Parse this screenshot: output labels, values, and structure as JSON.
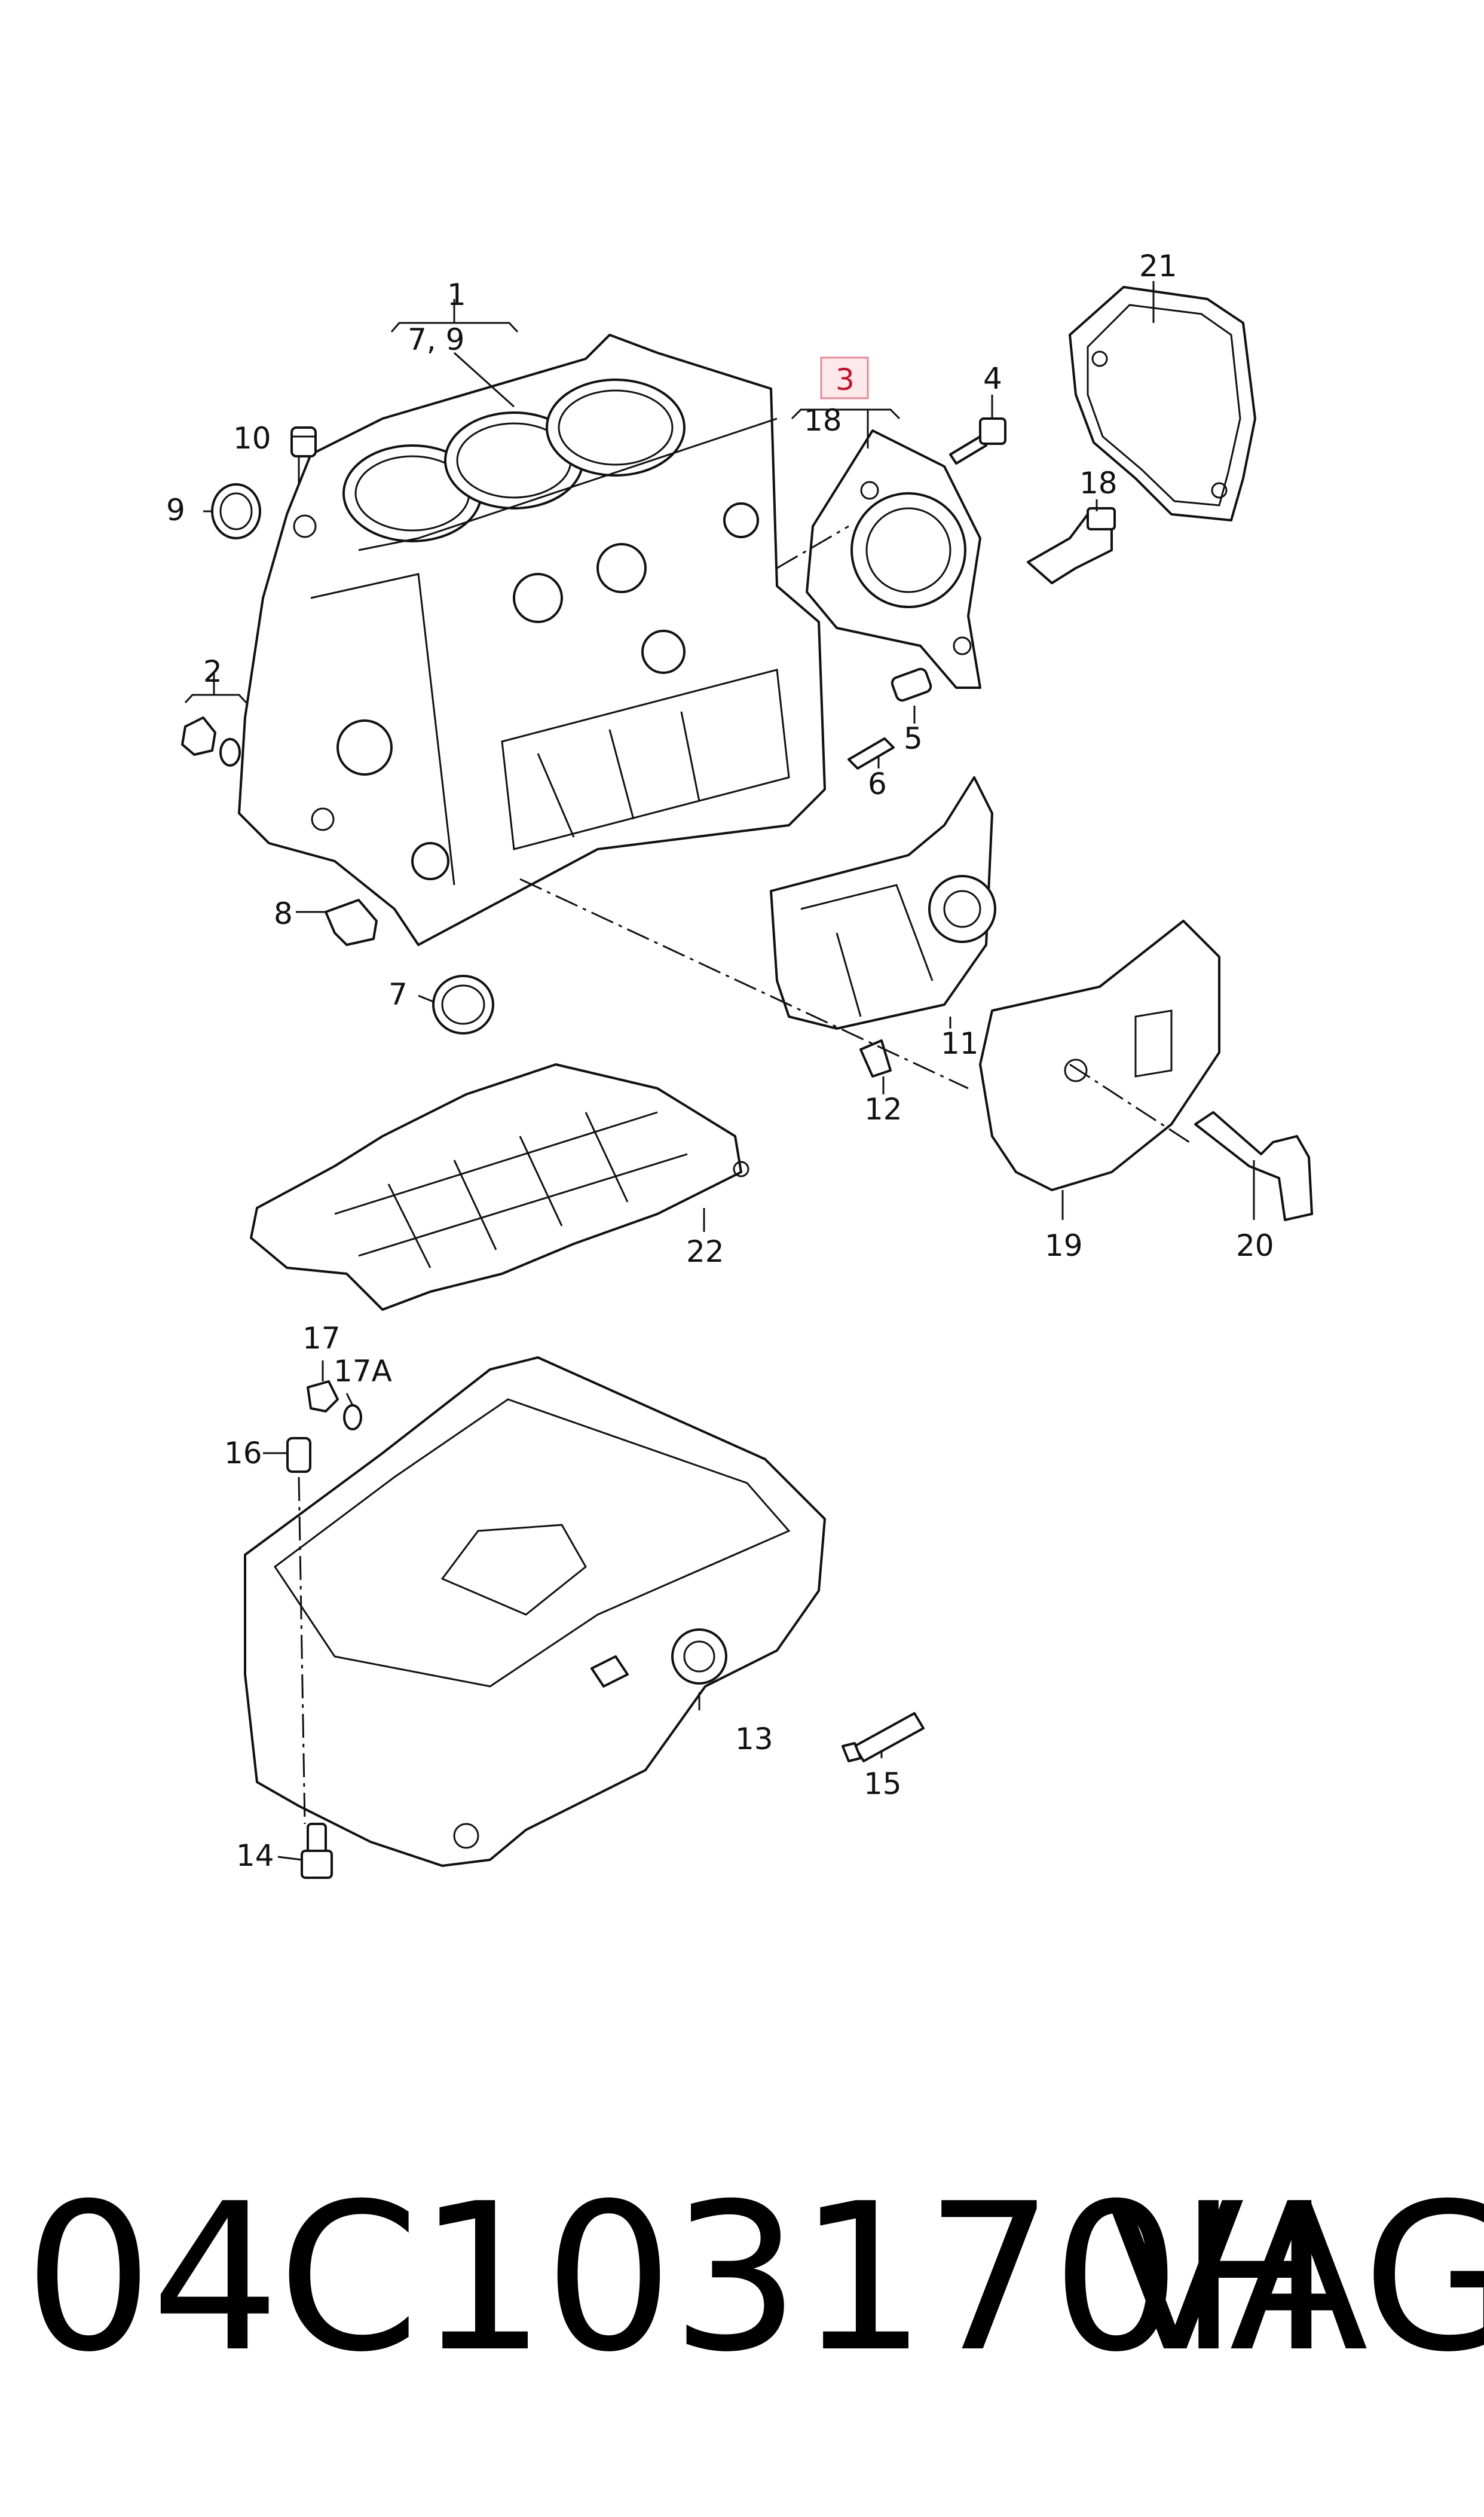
{
  "callouts": {
    "c1": "1",
    "c1_sub": "7, 9",
    "c2": "2",
    "c3": "3",
    "c3_sub": "18",
    "c4": "4",
    "c5": "5",
    "c6": "6",
    "c7": "7",
    "c8": "8",
    "c9": "9",
    "c10": "10",
    "c11": "11",
    "c12": "12",
    "c13": "13",
    "c14": "14",
    "c15": "15",
    "c16": "16",
    "c17": "17",
    "c17a": "17A",
    "c18": "18",
    "c19": "19",
    "c20": "20",
    "c21": "21",
    "c22": "22"
  },
  "footer": {
    "part_number": "04C103170H",
    "brand": "VAG"
  },
  "colors": {
    "highlight": "#c0142c",
    "highlight_fill": "#fde8ec",
    "line": "#111111"
  }
}
